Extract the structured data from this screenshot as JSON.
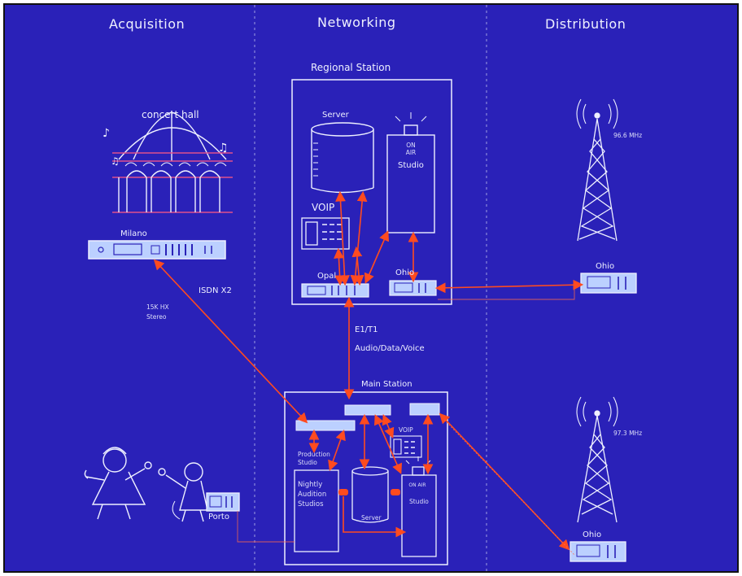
{
  "columns": {
    "acquisition": "Acquisition",
    "networking": "Networking",
    "distribution": "Distribution"
  },
  "acquisition": {
    "venue_label": "concert hall",
    "codec_label": "Milano",
    "field_codec_label": "Porto"
  },
  "regional_station": {
    "title": "Regional Station",
    "server_label": "Server",
    "studio_sign": "ON AIR",
    "studio_label": "Studio",
    "voip_label": "VOIP",
    "codec_left_label": "Opal",
    "codec_right_label": "Ohio"
  },
  "links": {
    "isdn": "ISDN X2",
    "stereo": "15K HX Stereo",
    "e1t1": "E1/T1",
    "audio_data_voice": "Audio/Data/Voice"
  },
  "main_station": {
    "title": "Main Station",
    "production_label": "Production Studio",
    "nightly_label": "Nightly Audition Studios",
    "server_label": "Server",
    "voip_label": "VOIP",
    "studio_label": "Studio",
    "studio_sign": "ON AIR"
  },
  "distribution": {
    "tower_top_freq": "96.6 MHz",
    "tower_bottom_freq": "97.3 MHz",
    "codec_top_label": "Ohio",
    "codec_bottom_label": "Ohio"
  },
  "colors": {
    "background": "#2a21b8",
    "line": "#eef0ff",
    "link": "#ff4b1f",
    "device": "#bcd0ff"
  }
}
